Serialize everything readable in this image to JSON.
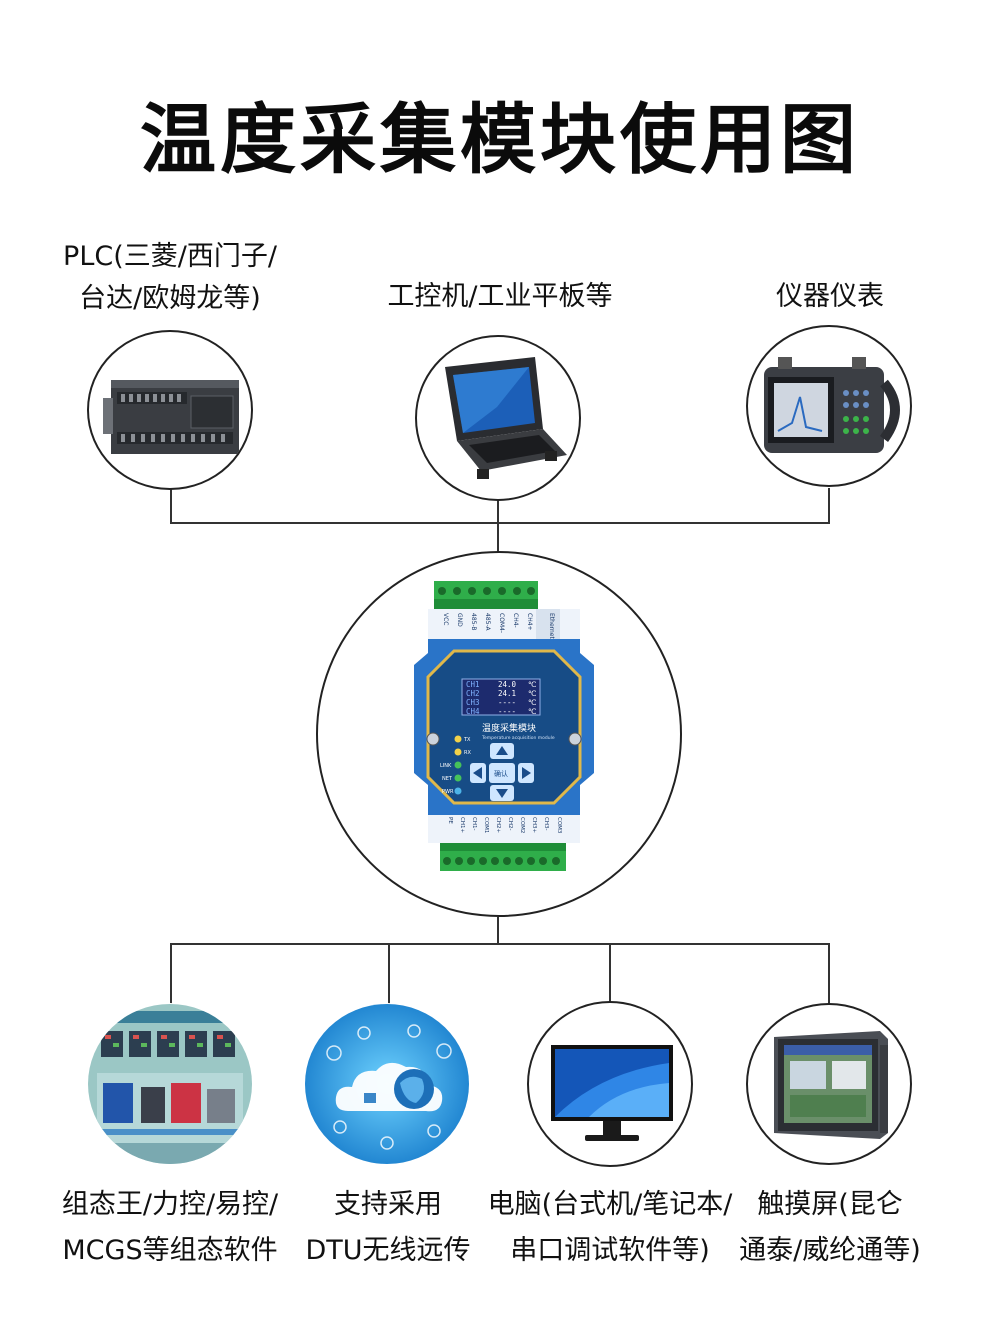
{
  "title": "温度采集模块使用图",
  "top_devices": [
    {
      "line1": "PLC(三菱/西门子/",
      "line2": "台达/欧姆龙等)"
    },
    {
      "line1": "工控机/工业平板等",
      "line2": ""
    },
    {
      "line1": "仪器仪表",
      "line2": ""
    }
  ],
  "module": {
    "top_terminals": [
      "VCC",
      "GND",
      "485-B",
      "485-A",
      "COM4-",
      "CH4-",
      "CH4+"
    ],
    "ethernet_label": "Ethernet",
    "screen_rows": [
      {
        "ch": "CH1",
        "value": "24.0",
        "unit": "℃"
      },
      {
        "ch": "CH2",
        "value": "24.1",
        "unit": "℃"
      },
      {
        "ch": "CH3",
        "value": "----",
        "unit": "℃"
      },
      {
        "ch": "CH4",
        "value": "----",
        "unit": "℃"
      }
    ],
    "name_cn": "温度采集模块",
    "name_en": "Temperature acquisition module",
    "leds": [
      "TX",
      "RX",
      "LINK",
      "NET",
      "PWR"
    ],
    "confirm_label": "确认",
    "bottom_terminals": [
      "PE",
      "CH1+",
      "CH1-",
      "COM1",
      "CH2+",
      "CH2-",
      "COM2",
      "CH3+",
      "CH3-",
      "COM3"
    ]
  },
  "bottom_apps": [
    {
      "line1": "组态王/力控/易控/",
      "line2": "MCGS等组态软件"
    },
    {
      "line1": "支持采用",
      "line2": "DTU无线远传"
    },
    {
      "line1": "电脑(台式机/笔记本/",
      "line2": "串口调试软件等)"
    },
    {
      "line1": "触摸屏(昆仑",
      "line2": "通泰/威纶通等)"
    }
  ],
  "colors": {
    "module_blue": "#2a74c8",
    "terminal_green": "#2fae4a",
    "line": "#333333"
  }
}
